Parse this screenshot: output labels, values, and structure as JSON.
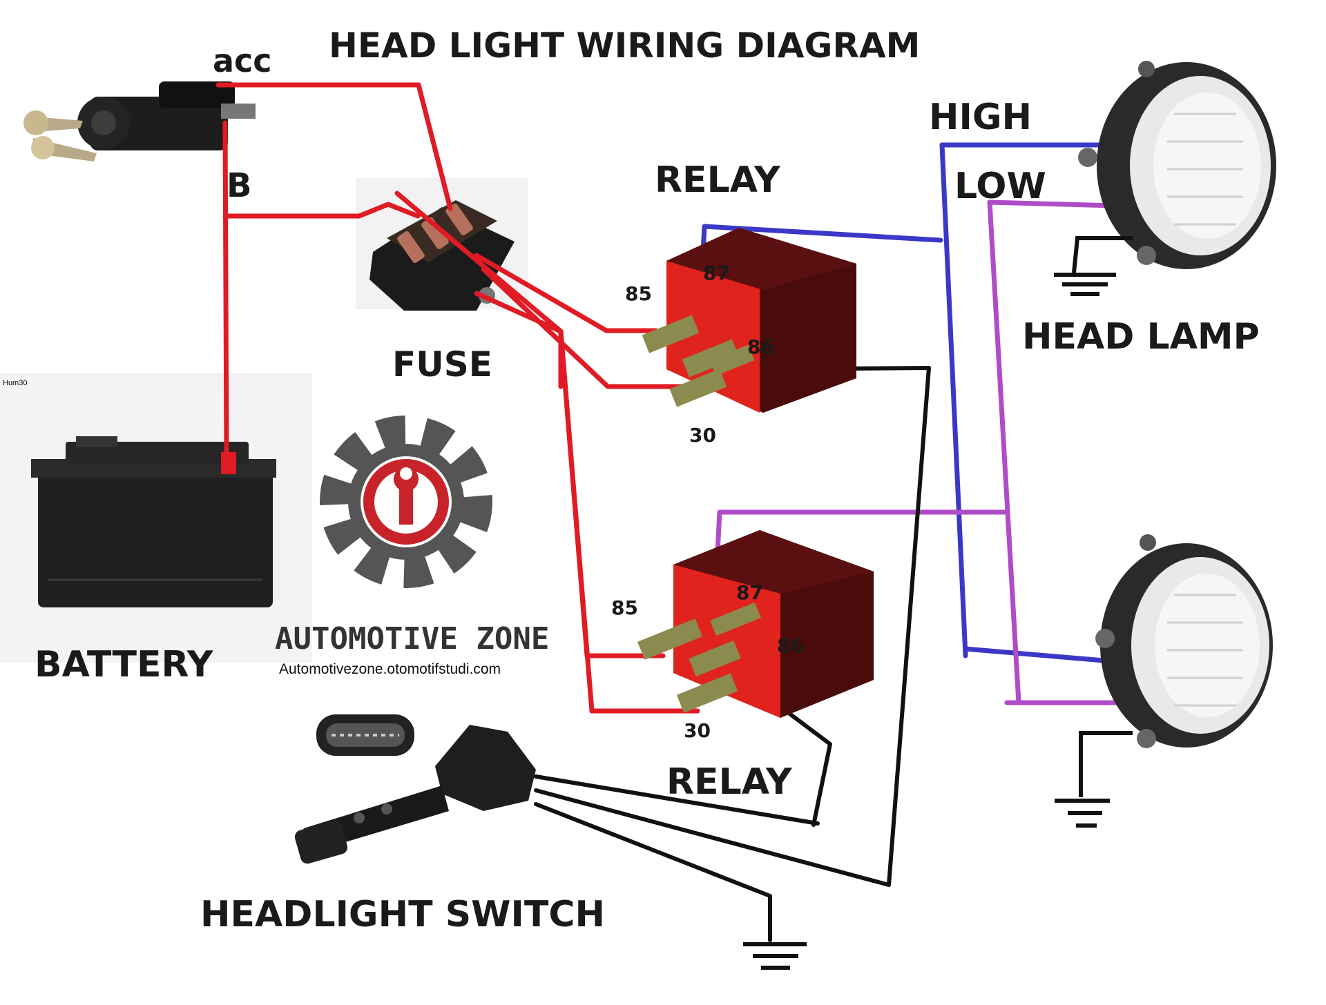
{
  "title": "HEAD LIGHT WIRING DIAGRAM",
  "labels": {
    "acc": "acc",
    "b": "B",
    "relay_top": "RELAY",
    "relay_bottom": "RELAY",
    "fuse": "FUSE",
    "battery": "BATTERY",
    "battery_tag": "Hum30",
    "head_lamp": "HEAD LAMP",
    "high": "HIGH",
    "low": "LOW",
    "headlight_switch": "HEADLIGHT SWITCH"
  },
  "relay_pins": {
    "top": {
      "p85": "85",
      "p87": "87",
      "p86": "86",
      "p30": "30"
    },
    "bottom": {
      "p85": "85",
      "p87": "87",
      "p86": "86",
      "p30": "30"
    }
  },
  "watermark": {
    "name": "AUTOMOTIVE ZONE",
    "url": "Automotivezone.otomotifstudi.com"
  },
  "colors": {
    "positive_wire": "#e01b24",
    "high_beam_wire": "#3b38c8",
    "low_beam_wire": "#b04cc8",
    "ground_wire": "#111111",
    "relay_body": "#4a0b0b",
    "relay_face": "#e0231c",
    "logo_gear": "#555555",
    "logo_red": "#c8232a"
  },
  "icons": [
    "ignition-key-icon",
    "fuse-block-icon",
    "relay-icon",
    "battery-icon",
    "headlamp-icon",
    "ground-symbol-icon",
    "headlight-switch-icon",
    "connector-icon",
    "gear-wrench-logo-icon"
  ]
}
